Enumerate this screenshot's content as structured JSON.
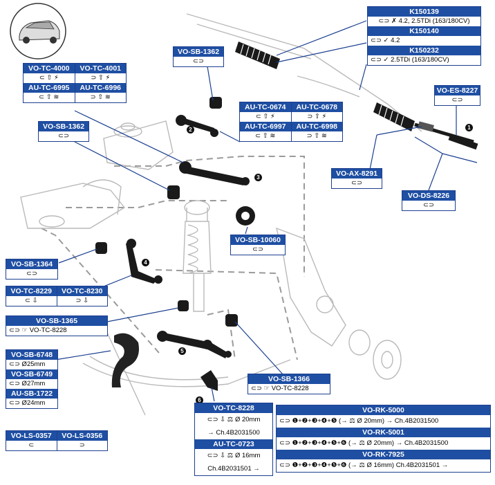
{
  "part_numbers": {
    "p1": "1",
    "p2": "2",
    "p3": "3",
    "p4": "4",
    "p5": "5",
    "p6": "6"
  },
  "labels": {
    "k150139": {
      "code": "K150139",
      "desc": "⊂⊃ ✗ 4.2, 2.5TDi (163/180CV)"
    },
    "k150140": {
      "code": "K150140",
      "desc": "⊂⊃ ✓ 4.2"
    },
    "k150232": {
      "code": "K150232",
      "desc": "⊂⊃ ✓ 2.5TDi (163/180CV)"
    },
    "es8227": {
      "code": "VO-ES-8227",
      "desc": "⊂⊃"
    },
    "sb1362a": {
      "code": "VO-SB-1362",
      "desc": "⊂⊃"
    },
    "tc4000": {
      "code": "VO-TC-4000",
      "desc": "⊂ ⇧ ⚡"
    },
    "tc4001": {
      "code": "VO-TC-4001",
      "desc": "⊃ ⇧ ⚡"
    },
    "tc6995": {
      "code": "AU-TC-6995",
      "desc": "⊂ ⇧ ≋"
    },
    "tc6996": {
      "code": "AU-TC-6996",
      "desc": "⊃ ⇧ ≋"
    },
    "sb1362b": {
      "code": "VO-SB-1362",
      "desc": "⊂⊃"
    },
    "tc0674": {
      "code": "AU-TC-0674",
      "desc": "⊂ ⇧ ⚡"
    },
    "tc0678": {
      "code": "AU-TC-0678",
      "desc": "⊃ ⇧ ⚡"
    },
    "tc6997": {
      "code": "AU-TC-6997",
      "desc": "⊂ ⇧ ≋"
    },
    "tc6998": {
      "code": "AU-TC-6998",
      "desc": "⊃ ⇧ ≋"
    },
    "ax8291": {
      "code": "VO-AX-8291",
      "desc": "⊂⊃"
    },
    "ds8226": {
      "code": "VO-DS-8226",
      "desc": "⊂⊃"
    },
    "sb10060": {
      "code": "VO-SB-10060",
      "desc": "⊂⊃"
    },
    "sb1364": {
      "code": "VO-SB-1364",
      "desc": "⊂⊃"
    },
    "tc8229": {
      "code": "VO-TC-8229",
      "desc": "⊂ ⇩"
    },
    "tc8230": {
      "code": "VO-TC-8230",
      "desc": "⊃ ⇩"
    },
    "sb1365": {
      "code": "VO-SB-1365",
      "desc": "⊂⊃ ☞ VO-TC-8228"
    },
    "sb6748": {
      "code": "VO-SB-6748",
      "desc": "⊂⊃ Ø25mm"
    },
    "sb6749": {
      "code": "VO-SB-6749",
      "desc": "⊂⊃ Ø27mm"
    },
    "sb1722": {
      "code": "AU-SB-1722",
      "desc": "⊂⊃ Ø24mm"
    },
    "sb1366": {
      "code": "VO-SB-1366",
      "desc": "⊂⊃ ☞ VO-TC-8228"
    },
    "ls0357": {
      "code": "VO-LS-0357",
      "desc": "⊂"
    },
    "ls0356": {
      "code": "VO-LS-0356",
      "desc": "⊃"
    },
    "tc8228": {
      "code": "VO-TC-8228",
      "desc1": "⊂⊃ ⇩ ⚖ Ø 20mm",
      "desc2": "→ Ch.4B2031500"
    },
    "tc0723": {
      "code": "AU-TC-0723",
      "desc1": "⊂⊃ ⇩ ⚖ Ø 16mm",
      "desc2": "Ch.4B2031501 →"
    },
    "rk5000": {
      "code": "VO-RK-5000",
      "desc": "⊂⊃ ❶+❷+❸+❹+❺ (→ ⚖ Ø 20mm) → Ch.4B2031500"
    },
    "rk5001": {
      "code": "VO-RK-5001",
      "desc": "⊂⊃ ❶+❷+❸+❹+❺+❻ (→ ⚖ Ø 20mm) → Ch.4B2031500"
    },
    "rk7925": {
      "code": "VO-RK-7925",
      "desc": "⊂⊃ ❶+❷+❸+❹+❺+❻ (→ ⚖ Ø 16mm) Ch.4B2031501 →"
    }
  },
  "colors": {
    "accent": "#1f4fa3",
    "line": "#1b3f8f",
    "part": "#1a1a1a",
    "ghost": "#b9b9b9"
  }
}
